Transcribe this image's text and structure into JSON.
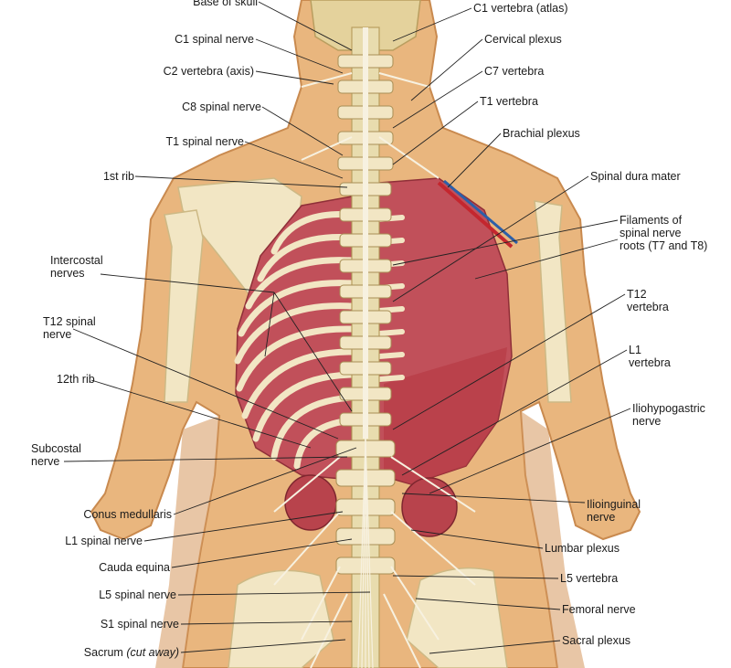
{
  "colors": {
    "skin": "#e9b67e",
    "skin_shadow": "#c98a4f",
    "bone": "#f2e6c4",
    "bone_shadow": "#cdb985",
    "lung": "#c1505a",
    "muscle": "#b63a45",
    "nerve": "#f7f1e0",
    "dura": "#e8dcae",
    "artery": "#c4262e",
    "vein": "#2c5fa8",
    "leader": "#222222",
    "text": "#1a1a1a"
  },
  "labels_left": [
    {
      "id": "base-of-skull",
      "text": "Base of skull"
    },
    {
      "id": "c1-spinal-nerve",
      "text": "C1 spinal nerve"
    },
    {
      "id": "c2-vertebra",
      "text": "C2 vertebra (axis)"
    },
    {
      "id": "c8-spinal-nerve",
      "text": "C8 spinal nerve"
    },
    {
      "id": "t1-spinal-nerve",
      "text": "T1 spinal nerve"
    },
    {
      "id": "first-rib",
      "text": "1st rib"
    },
    {
      "id": "intercostal-nerves",
      "lines": [
        "Intercostal",
        "nerves"
      ]
    },
    {
      "id": "t12-spinal-nerve",
      "lines": [
        "T12 spinal",
        "nerve"
      ]
    },
    {
      "id": "twelfth-rib",
      "text": "12th rib"
    },
    {
      "id": "subcostal-nerve",
      "lines": [
        "Subcostal",
        "nerve"
      ]
    },
    {
      "id": "conus-medullaris",
      "text": "Conus medullaris"
    },
    {
      "id": "l1-spinal-nerve",
      "text": "L1 spinal nerve"
    },
    {
      "id": "cauda-equina",
      "text": "Cauda equina"
    },
    {
      "id": "l5-spinal-nerve",
      "text": "L5 spinal nerve"
    },
    {
      "id": "s1-spinal-nerve",
      "text": "S1 spinal nerve"
    },
    {
      "id": "sacrum",
      "text": "Sacrum",
      "suffix": "(cut away)"
    }
  ],
  "labels_right": [
    {
      "id": "c1-vertebra",
      "text": "C1 vertebra (atlas)"
    },
    {
      "id": "cervical-plexus",
      "text": "Cervical plexus"
    },
    {
      "id": "c7-vertebra",
      "text": "C7 vertebra"
    },
    {
      "id": "t1-vertebra",
      "text": "T1 vertebra"
    },
    {
      "id": "brachial-plexus",
      "text": "Brachial plexus"
    },
    {
      "id": "spinal-dura-mater",
      "text": "Spinal dura mater"
    },
    {
      "id": "filaments",
      "lines": [
        "Filaments of",
        "spinal nerve",
        "roots (T7 and T8)"
      ]
    },
    {
      "id": "t12-vertebra",
      "lines": [
        "T12",
        "vertebra"
      ]
    },
    {
      "id": "l1-vertebra",
      "lines": [
        "L1",
        "vertebra"
      ]
    },
    {
      "id": "iliohypogastric-nerve",
      "lines": [
        "Iliohypogastric",
        "nerve"
      ]
    },
    {
      "id": "ilioinguinal-nerve",
      "lines": [
        "Ilioinguinal",
        "nerve"
      ]
    },
    {
      "id": "lumbar-plexus",
      "text": "Lumbar plexus"
    },
    {
      "id": "l5-vertebra",
      "text": "L5 vertebra"
    },
    {
      "id": "femoral-nerve",
      "text": "Femoral nerve"
    },
    {
      "id": "sacral-plexus",
      "text": "Sacral plexus"
    }
  ]
}
